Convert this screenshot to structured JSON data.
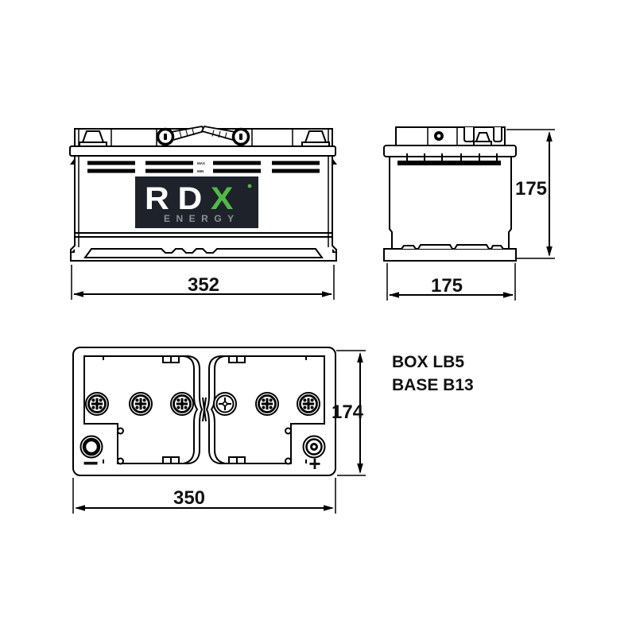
{
  "title": "RDX Energy battery technical drawing",
  "brand": {
    "rd": "RD",
    "x": "X",
    "tagline": "ENERGY"
  },
  "colors": {
    "line": "#000000",
    "background": "#ffffff",
    "label_bg": "#1d222b",
    "logo_green": "#53b848",
    "logo_gray": "#8d9096",
    "logo_white": "#ffffff"
  },
  "views": {
    "front": {
      "width": "352",
      "max_mark": "MAX",
      "min_mark": "MIN"
    },
    "side": {
      "width": "175",
      "height": "175"
    },
    "top": {
      "width": "350",
      "height": "174",
      "negative": "−",
      "positive": "+"
    }
  },
  "notes": {
    "box": "BOX LB5",
    "base": "BASE B13"
  }
}
